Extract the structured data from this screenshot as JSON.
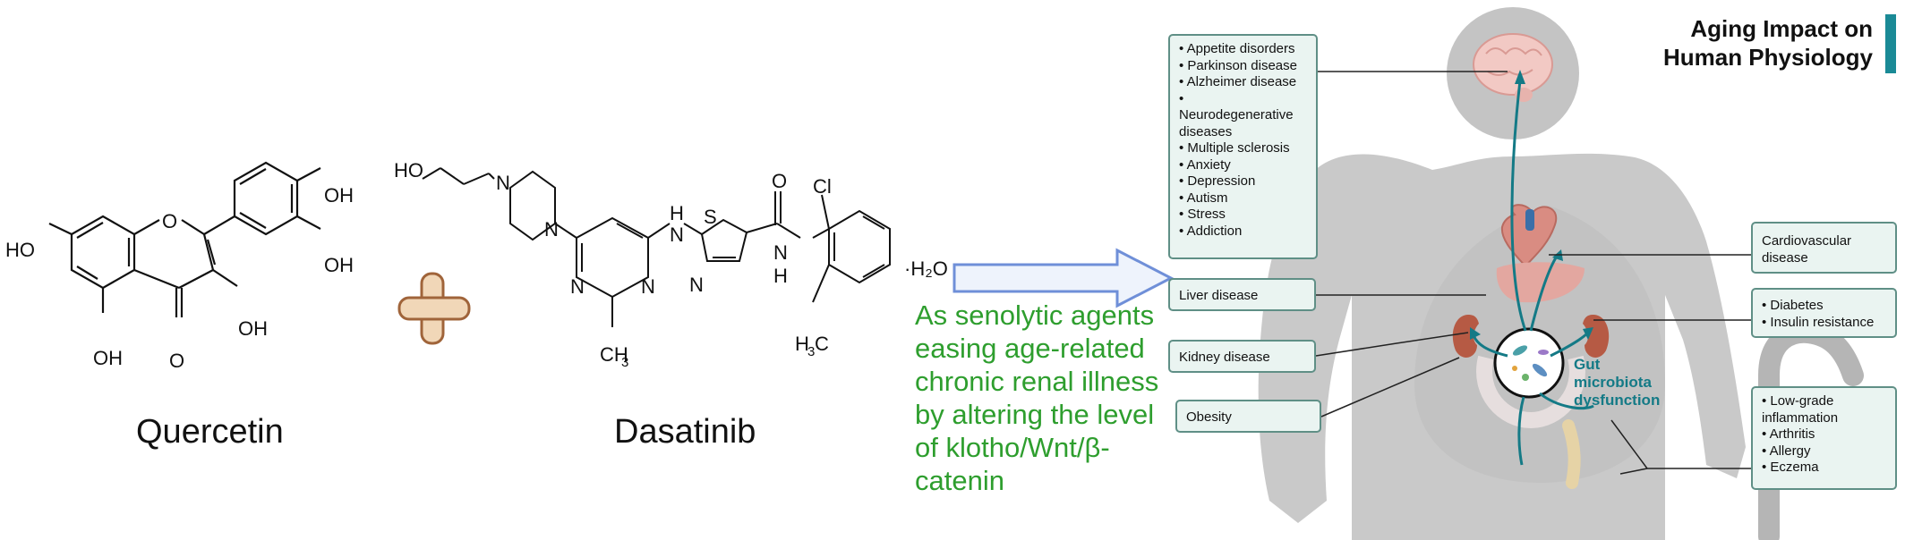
{
  "molecules": {
    "quercetin": {
      "name": "Quercetin",
      "atoms": [
        "HO",
        "O",
        "OH",
        "OH",
        "OH",
        "OH",
        "O"
      ]
    },
    "dasatinib": {
      "name": "Dasatinib",
      "atoms": [
        "HO",
        "N",
        "N",
        "N",
        "N",
        "H",
        "N",
        "S",
        "N",
        "O",
        "N",
        "H",
        "Cl",
        "CH",
        "3",
        "H",
        "3",
        "C"
      ]
    },
    "hydrate": "·H₂O"
  },
  "caption": "As senolytic agents easing age-related chronic renal illness by altering the level of klotho/Wnt/β-catenin",
  "title": {
    "line1": "Aging Impact on",
    "line2": "Human Physiology"
  },
  "gut_label": {
    "line1": "Gut",
    "line2": "microbiota",
    "line3": "dysfunction"
  },
  "boxes": {
    "brain": [
      "Appetite disorders",
      "Parkinson disease",
      "Alzheimer disease",
      "",
      "Neurodegenerative",
      "diseases",
      "Multiple sclerosis",
      "Anxiety",
      "Depression",
      "Autism",
      "Stress",
      "Addiction"
    ],
    "liver": "Liver disease",
    "kidney": "Kidney disease",
    "obesity": "Obesity",
    "cardio": "Cardiovascular disease",
    "metabolic": [
      "Diabetes",
      "Insulin resistance"
    ],
    "inflammation": [
      "Low-grade",
      "inflammation",
      "Arthritis",
      "Allergy",
      "Eczema"
    ]
  },
  "colors": {
    "caption": "#2e9e2e",
    "accent": "#1a8a96",
    "box_fill": "#eaf4f1",
    "box_border": "#5f8f86",
    "silhouette": "#c9c9c9",
    "plus": "#f1d7b8",
    "arrow": "#6f8fd8"
  }
}
